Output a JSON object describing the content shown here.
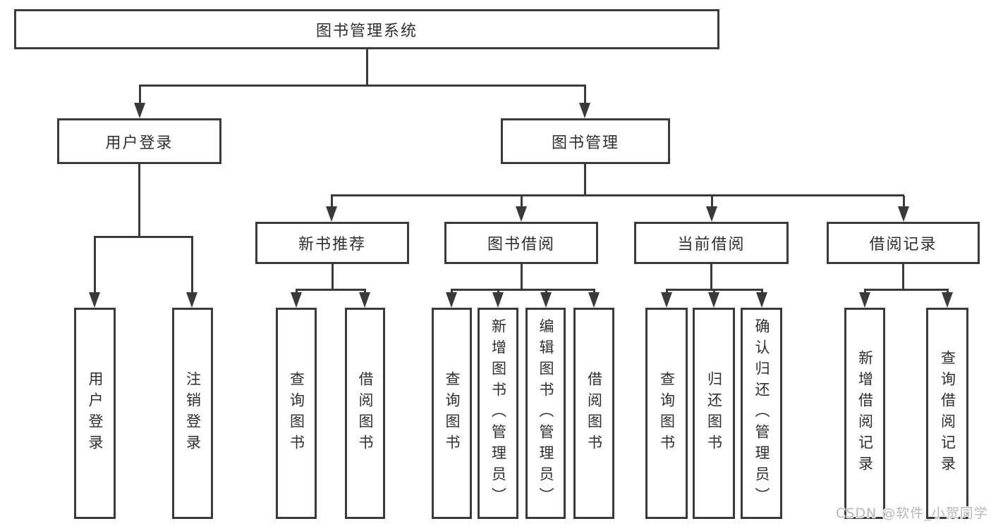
{
  "diagram": {
    "root": {
      "label": "图书管理系统"
    },
    "level2": [
      {
        "label": "用户登录"
      },
      {
        "label": "图书管理"
      }
    ],
    "level3": [
      {
        "label": "新书推荐"
      },
      {
        "label": "图书借阅"
      },
      {
        "label": "当前借阅"
      },
      {
        "label": "借阅记录"
      }
    ],
    "leaves": {
      "user": [
        "用户登录",
        "注销登录"
      ],
      "recommend": [
        "查询图书",
        "借阅图书"
      ],
      "borrow": [
        "查询图书",
        "新增图书（管理员）",
        "编辑图书（管理员）",
        "借阅图书"
      ],
      "current": [
        "查询图书",
        "归还图书",
        "确认归还（管理员）"
      ],
      "records": [
        "新增借阅记录",
        "查询借阅记录"
      ]
    }
  },
  "watermark": {
    "text": "CSDN @软件_小贺同学"
  },
  "colors": {
    "line": "#3a3a3a",
    "text": "#2f2f2f",
    "watermark": "#b8b8b8",
    "background": "#ffffff"
  }
}
